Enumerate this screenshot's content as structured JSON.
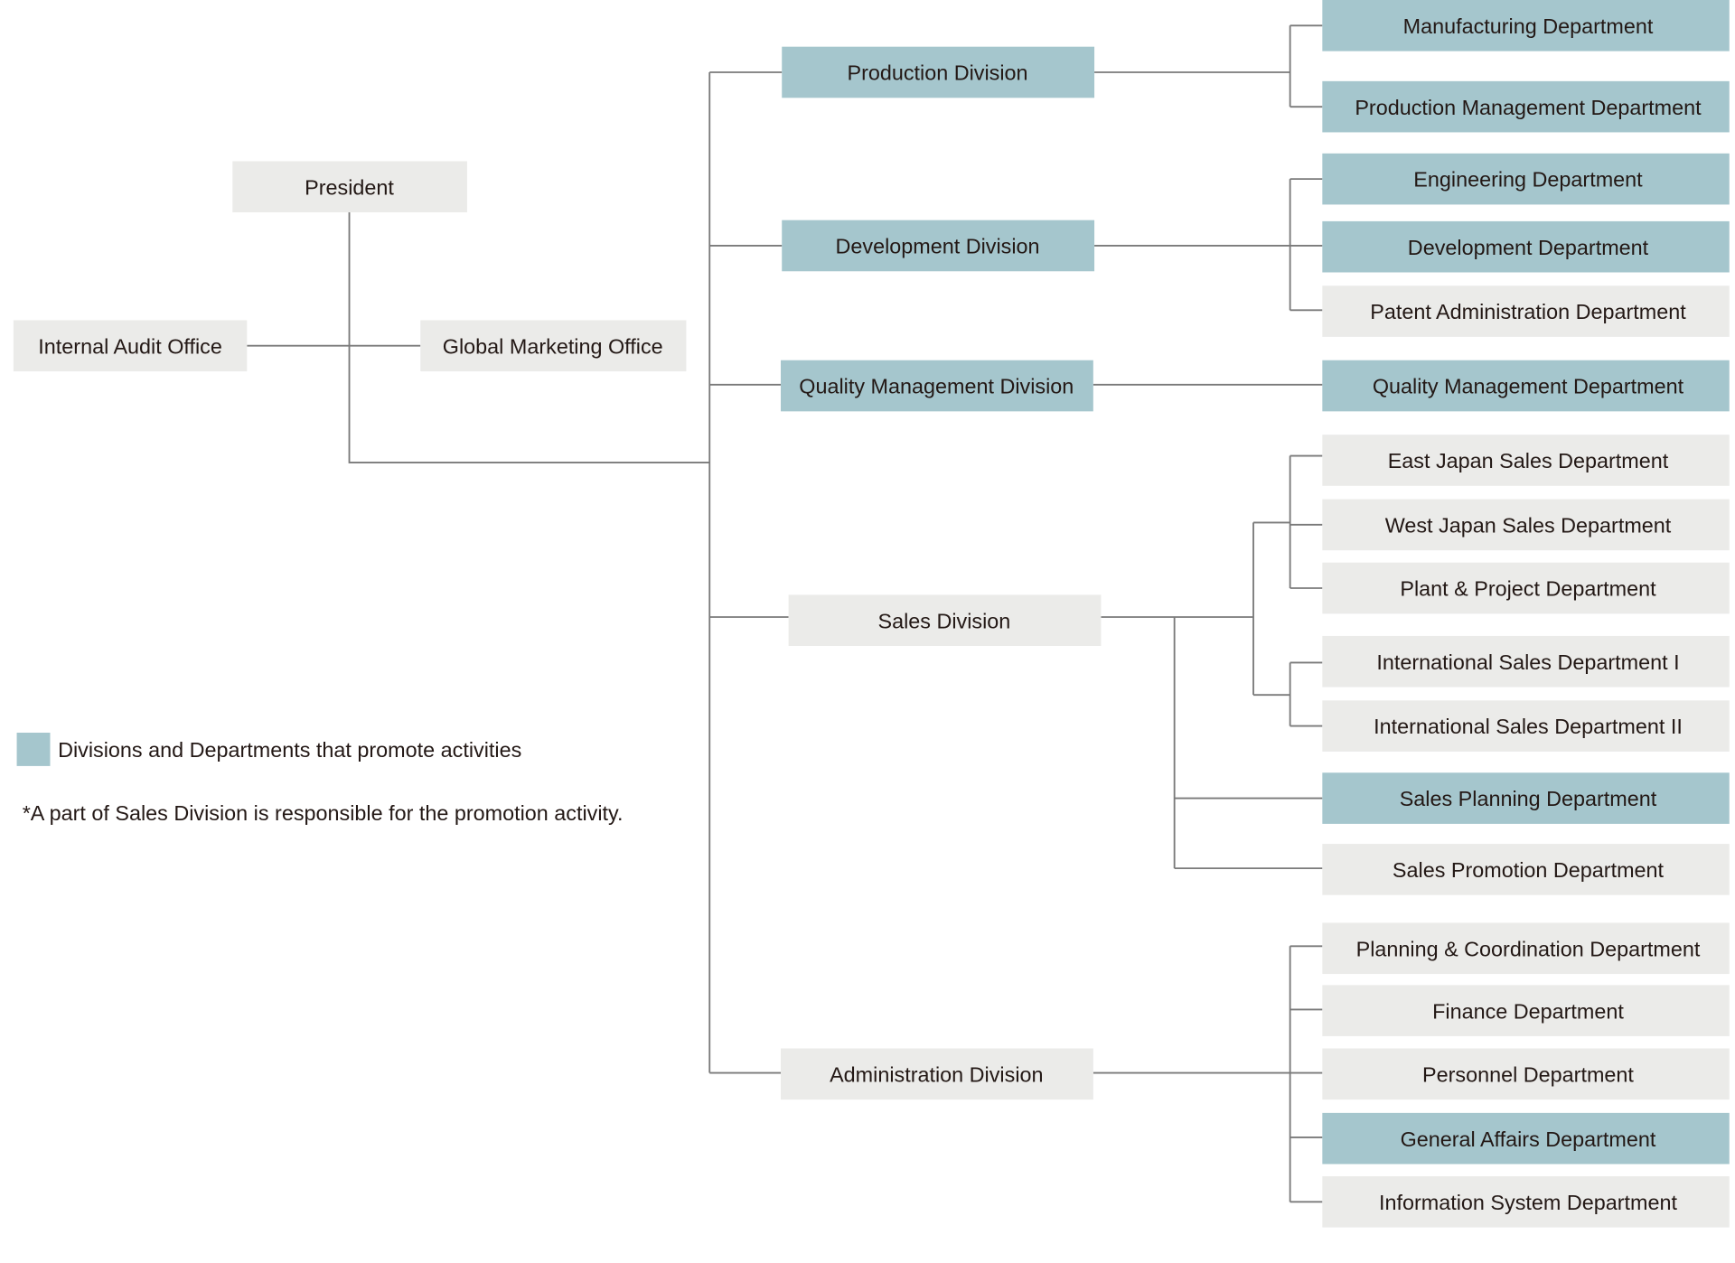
{
  "colors": {
    "promote": "#a5c6cd",
    "normal": "#ebebe9",
    "line": "#7a7a7a"
  },
  "top": {
    "president": "President",
    "internal_audit": "Internal Audit Office",
    "global_marketing": "Global Marketing Office"
  },
  "divisions": {
    "production": "Production Division",
    "development": "Development Division",
    "quality": "Quality Management Division",
    "sales": "Sales Division",
    "administration": "Administration Division"
  },
  "departments": [
    {
      "label": "Manufacturing Department",
      "promote": true
    },
    {
      "label": "Production Management Department",
      "promote": true
    },
    {
      "label": "Engineering Department",
      "promote": true
    },
    {
      "label": "Development Department",
      "promote": true
    },
    {
      "label": "Patent Administration Department",
      "promote": false
    },
    {
      "label": "Quality Management Department",
      "promote": true
    },
    {
      "label": "East Japan Sales Department",
      "promote": false
    },
    {
      "label": "West Japan Sales Department",
      "promote": false
    },
    {
      "label": "Plant & Project Department",
      "promote": false
    },
    {
      "label": "International Sales Department I",
      "promote": false
    },
    {
      "label": "International Sales Department II",
      "promote": false
    },
    {
      "label": "Sales Planning Department",
      "promote": true
    },
    {
      "label": "Sales Promotion Department",
      "promote": false
    },
    {
      "label": "Planning & Coordination Department",
      "promote": false
    },
    {
      "label": "Finance Department",
      "promote": false
    },
    {
      "label": "Personnel Department",
      "promote": false
    },
    {
      "label": "General Affairs Department",
      "promote": true
    },
    {
      "label": "Information System Department",
      "promote": false
    }
  ],
  "legend": {
    "label": "Divisions and Departments that promote activities",
    "footnote": "*A part of Sales Division is responsible for the promotion activity."
  }
}
